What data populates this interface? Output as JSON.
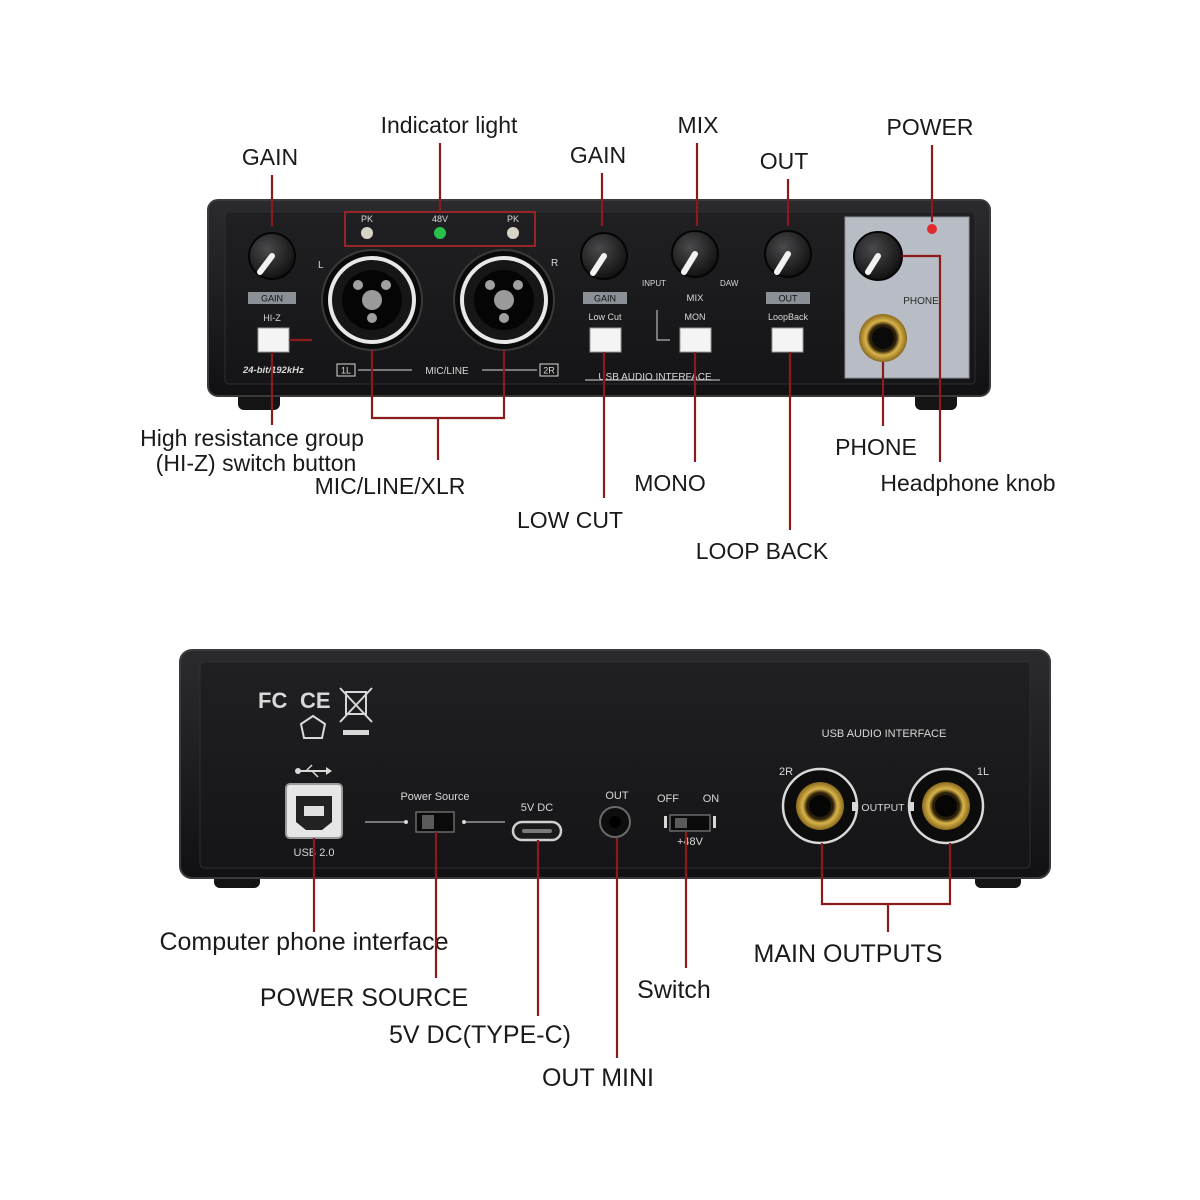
{
  "front": {
    "callouts": {
      "gain_left": "GAIN",
      "indicator_light": "Indicator light",
      "gain_right": "GAIN",
      "mix": "MIX",
      "out": "OUT",
      "power": "POWER",
      "hiz_line1": "High resistance group",
      "hiz_line2": "(HI-Z) switch button",
      "mic_line_xlr": "MIC/LINE/XLR",
      "low_cut": "LOW CUT",
      "mono": "MONO",
      "loop_back": "LOOP BACK",
      "phone": "PHONE",
      "headphone_knob": "Headphone knob"
    },
    "panel": {
      "pk_left": "PK",
      "v48": "48V",
      "pk_right": "PK",
      "l": "L",
      "r": "R",
      "gain_left": "GAIN",
      "hiz": "HI-Z",
      "bitrate": "24-bit/192kHz",
      "ch1": "1L",
      "mic_line": "MIC/LINE",
      "ch2": "2R",
      "gain_right": "GAIN",
      "low_cut": "Low Cut",
      "input": "INPUT",
      "mix": "MIX",
      "daw": "DAW",
      "mon": "MON",
      "out": "OUT",
      "loopback": "LoopBack",
      "usb_audio_interface": "USB AUDIO INTERFACE",
      "phone": "PHONE"
    }
  },
  "back": {
    "callouts": {
      "computer_phone_interface": "Computer phone interface",
      "power_source": "POWER SOURCE",
      "dc_typec": "5V DC(TYPE-C)",
      "out_mini": "OUT MINI",
      "switch": "Switch",
      "main_outputs": "MAIN OUTPUTS"
    },
    "panel": {
      "fc": "FC",
      "ce": "CE",
      "usb_audio_interface": "USB AUDIO INTERFACE",
      "usb20": "USB 2.0",
      "power_source": "Power Source",
      "dc5v": "5V DC",
      "out": "OUT",
      "off": "OFF",
      "on": "ON",
      "v48": "+48V",
      "ch2r": "2R",
      "ch1l": "1L",
      "output": "OUTPUT"
    }
  },
  "colors": {
    "leader_line": "#8b1a1a",
    "panel_body": "#1b1b1d",
    "panel_side": "#b8bcc4",
    "led_green": "#27c24c",
    "led_red": "#e0282e",
    "jack_gold": "#c9a23c"
  }
}
